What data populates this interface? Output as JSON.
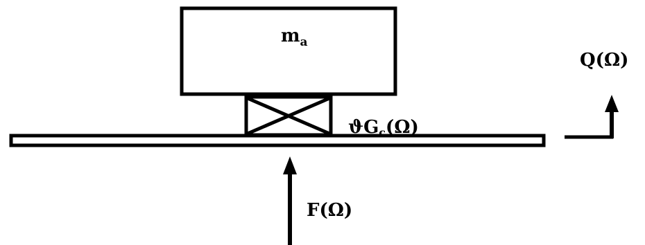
{
  "diagram": {
    "mass_label": {
      "symbol": "m",
      "subscript": "a"
    },
    "coupling_label": {
      "prefix": "ϑ",
      "symbol": "G",
      "subscript": "c",
      "argument": "(Ω)"
    },
    "response_label": "Q(Ω)",
    "force_label": "F(Ω)"
  },
  "colors": {
    "stroke": "#000000",
    "background": "#ffffff"
  }
}
